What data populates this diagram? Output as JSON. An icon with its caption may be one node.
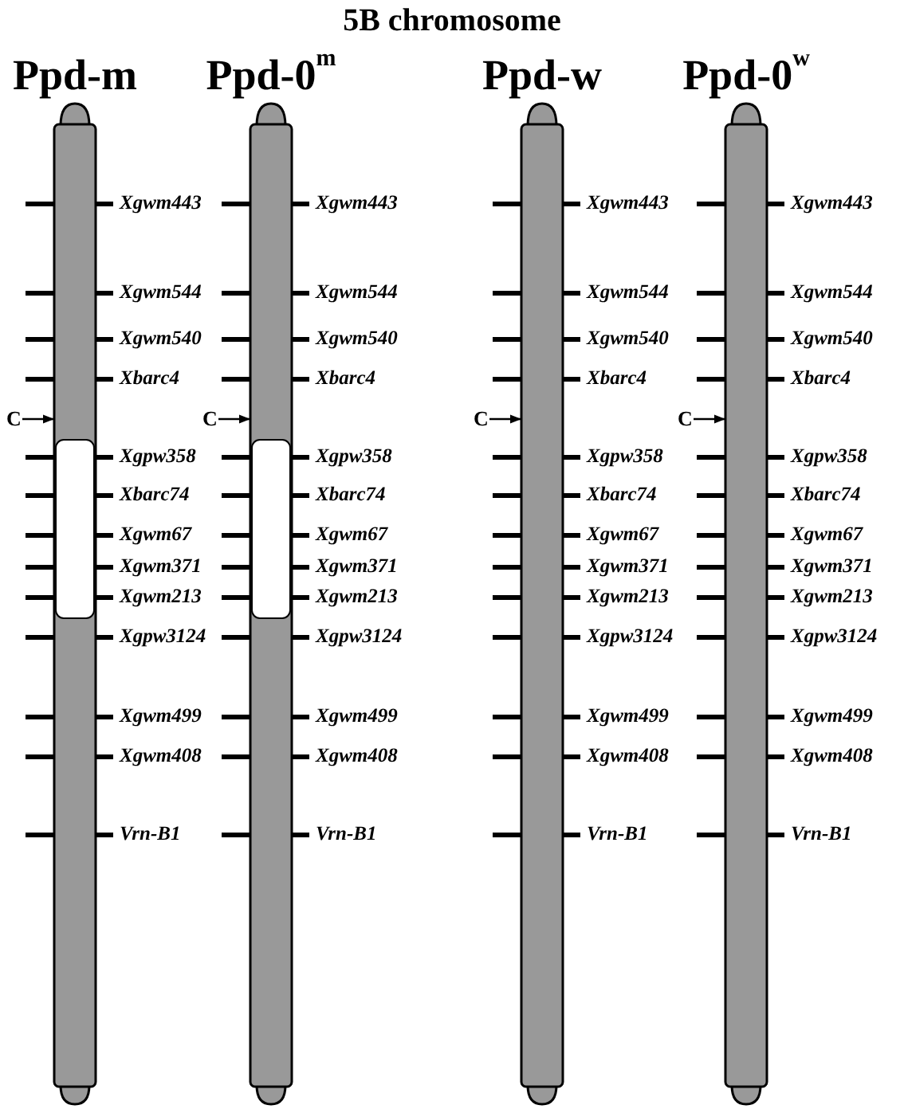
{
  "diagram": {
    "title": "5B chromosome",
    "nodes": [
      {
        "text": [
          "Ppd-m"
        ],
        "beside": [
          "Xgwm443",
          "Xgwm544",
          "Xgwm540",
          "Xbarc4",
          "Xgpw358",
          "Xbarc74",
          "Xgwm67",
          "Xgwm371",
          "Xgwm213",
          "Xgpw3124",
          "Xgwm499",
          "Xgwm408",
          "Vrn-B1"
        ]
      },
      {
        "text": [
          "Ppd-0$^{m}$"
        ],
        "beside": [
          "Xgwm443",
          "Xgwm544",
          "Xgwm540",
          "Xbarc4",
          "Xgpw358",
          "Xbarc74",
          "Xgwm67",
          "Xgwm371",
          "Xgwm213",
          "Xgpw3124",
          "Xgwm499",
          "Xgwm408",
          "Vrn-B1"
        ]
      },
      {
        "text": [
          "Ppd-w"
        ],
        "beside": [
          "Xgwm443",
          "Xgwm544",
          "Xgwm540",
          "Xbarc4",
          "Xgpw358",
          "Xbarc74",
          "Xgwm67",
          "Xgwm371",
          "Xgwm213",
          "Xgpw3124",
          "Xgwm499",
          "Xgwm408",
          "Vrn-B1"
        ]
      },
      {
        "text": [
          "Ppd-0$^{w}$"
        ],
        "beside": [
          "Xgwm443",
          "Xgwm544",
          "Xgwm540",
          "Xbarc4",
          "Xgpw358",
          "Xbarc74",
          "Xgwm67",
          "Xgwm371",
          "Xgwm213",
          "Xgpw3124",
          "Xgwm499",
          "Xgwm408",
          "Vrn-B1"
        ]
      },
      {
        "text": [
          "C"
        ]
      },
      {
        "text": [
          "C"
        ]
      },
      {
        "text": [
          "C"
        ]
      },
      {
        "text": [
          "C"
        ]
      }
    ],
    "edges": [
      {
        "from": 4,
        "to": 0,
        "arrow": "to"
      },
      {
        "from": 5,
        "to": 1,
        "arrow": "to"
      },
      {
        "from": 6,
        "to": 2,
        "arrow": "to"
      },
      {
        "from": 7,
        "to": 3,
        "arrow": "to"
      }
    ]
  }
}
